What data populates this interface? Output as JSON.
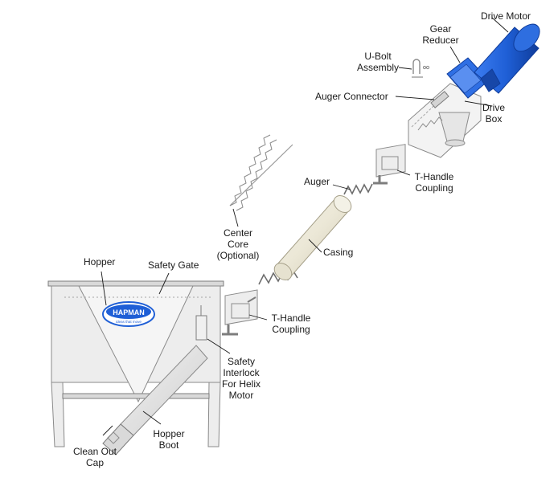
{
  "labels": {
    "drive_motor": "Drive Motor",
    "gear_reducer": [
      "Gear",
      "Reducer"
    ],
    "ubolt": [
      "U-Bolt",
      "Assembly"
    ],
    "auger_connector": "Auger Connector",
    "drive_box": [
      "Drive",
      "Box"
    ],
    "t_handle_top": [
      "T-Handle",
      "Coupling"
    ],
    "auger": "Auger",
    "center_core": [
      "Center",
      "Core",
      "(Optional)"
    ],
    "casing": "Casing",
    "hopper": "Hopper",
    "safety_gate": "Safety Gate",
    "t_handle_bottom": [
      "T-Handle",
      "Coupling"
    ],
    "safety_interlock": [
      "Safety",
      "Interlock",
      "For Helix",
      "Motor"
    ],
    "hopper_boot": [
      "Hopper",
      "Boot"
    ],
    "clean_out_cap": [
      "Clean Out",
      "Cap"
    ]
  },
  "logo": {
    "brand": "HAPMAN",
    "tagline": "ideas that move"
  },
  "colors": {
    "motor_blue": "#1f5fd6",
    "motor_dark": "#0f3c9a",
    "casing_cream": "#efece0",
    "line": "#1a1a1a",
    "metal": "#ededed"
  }
}
